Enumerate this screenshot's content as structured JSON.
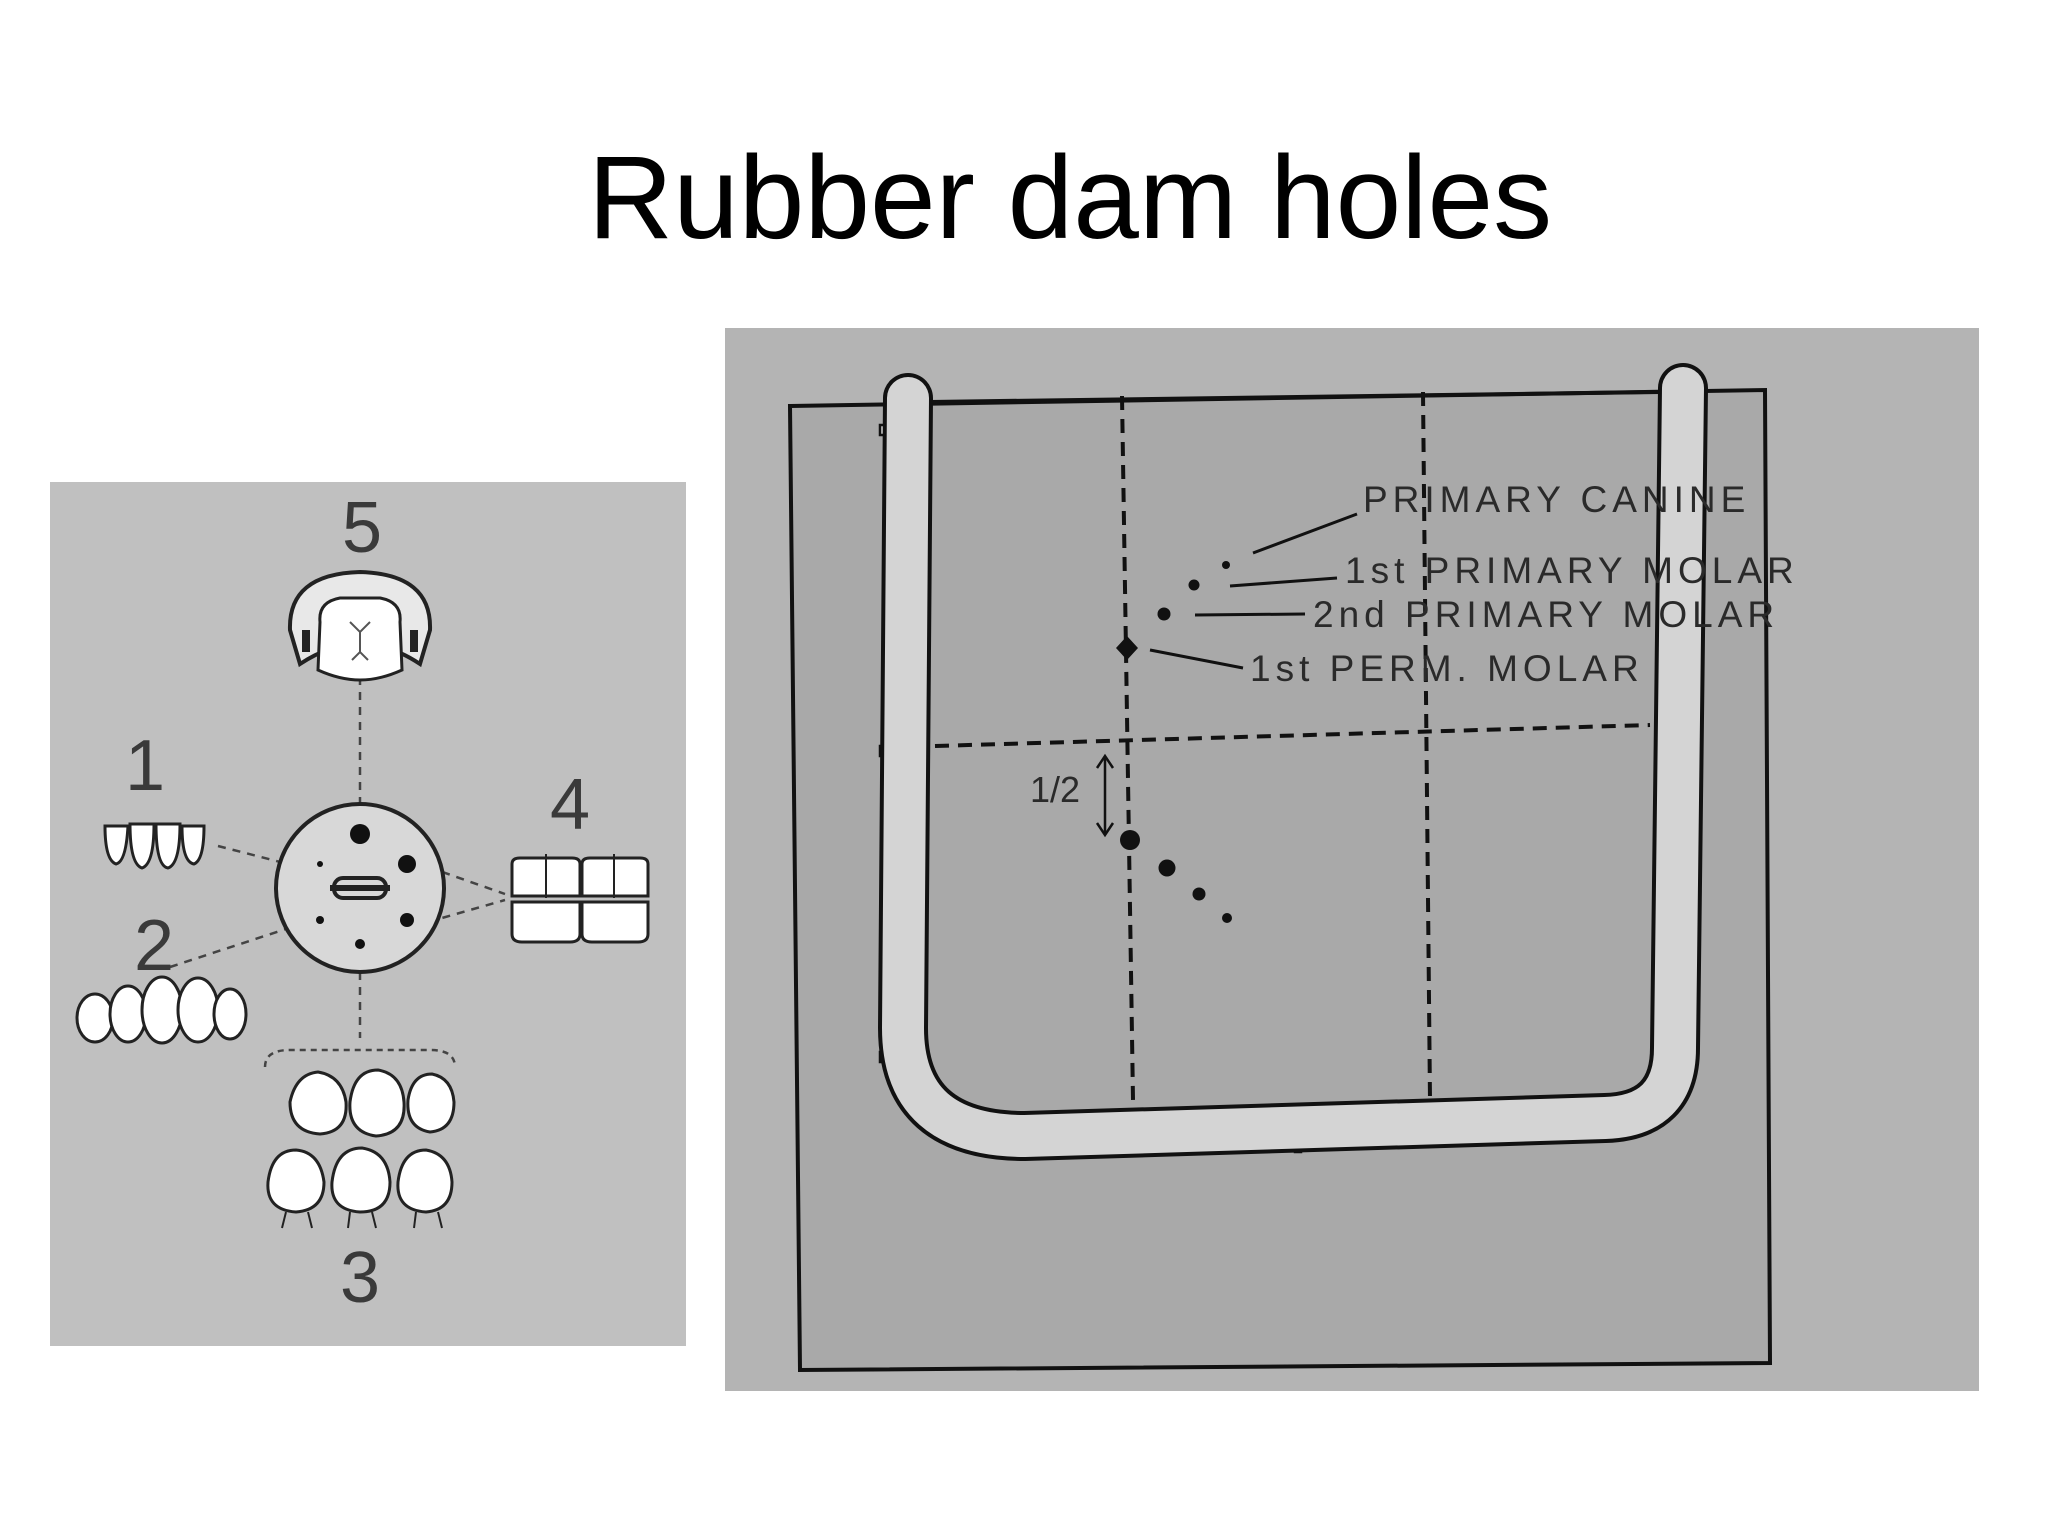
{
  "slide": {
    "title": "Rubber dam holes"
  },
  "punch_diagram": {
    "labels": {
      "position_1": "1",
      "position_2": "2",
      "position_3": "3",
      "position_4": "4",
      "position_5": "5"
    }
  },
  "frame_diagram": {
    "labels": {
      "primary_canine": "PRIMARY CANINE",
      "first_primary_molar": "1st PRIMARY MOLAR",
      "second_primary_molar": "2nd PRIMARY MOLAR",
      "first_perm_molar": "1st PERM. MOLAR",
      "half_spacing": "1/2"
    }
  },
  "colors": {
    "left_panel_bg": "#c0c0c0",
    "right_panel_bg": "#b4b4b4",
    "dam_sheet": "#a9a9a9",
    "frame_fill": "#d4d4d4",
    "line_dark": "#111111"
  }
}
